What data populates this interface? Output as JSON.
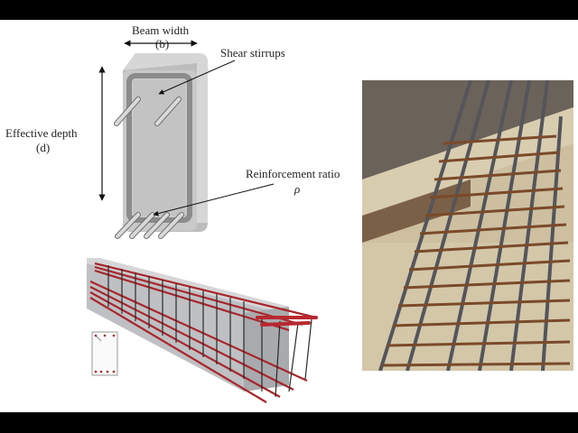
{
  "frame": {
    "letterbox_color": "#000000",
    "background": "#ffffff"
  },
  "cross_section_diagram": {
    "labels": {
      "beam_width": "Beam width",
      "beam_width_symbol": "(b)",
      "shear_stirrups": "Shear stirrups",
      "effective_depth": "Effective depth",
      "effective_depth_symbol": "(d)",
      "reinforcement_ratio": "Reinforcement ratio",
      "reinforcement_ratio_symbol": "ρ"
    },
    "colors": {
      "concrete_outer": "#c8c8c8",
      "concrete_inner": "#b4b4b4",
      "stirrup": "#8a8a8a",
      "bar": "#d0d0d0"
    },
    "top_bars": 2,
    "bottom_bars": 4
  },
  "beam_3d_render": {
    "colors": {
      "concrete": "#c9c9cc",
      "longitudinal_bar": "#a8262c",
      "stirrup": "#2a2a2a"
    },
    "inset_section": {
      "top_bars": 3,
      "bottom_bars": 4
    }
  },
  "site_photo": {
    "subject": "reinforcement-cage-column-photo",
    "colors": {
      "rust": "#7a4a2a",
      "rebar": "#5c5c62",
      "wall": "#d8c9a8"
    }
  }
}
